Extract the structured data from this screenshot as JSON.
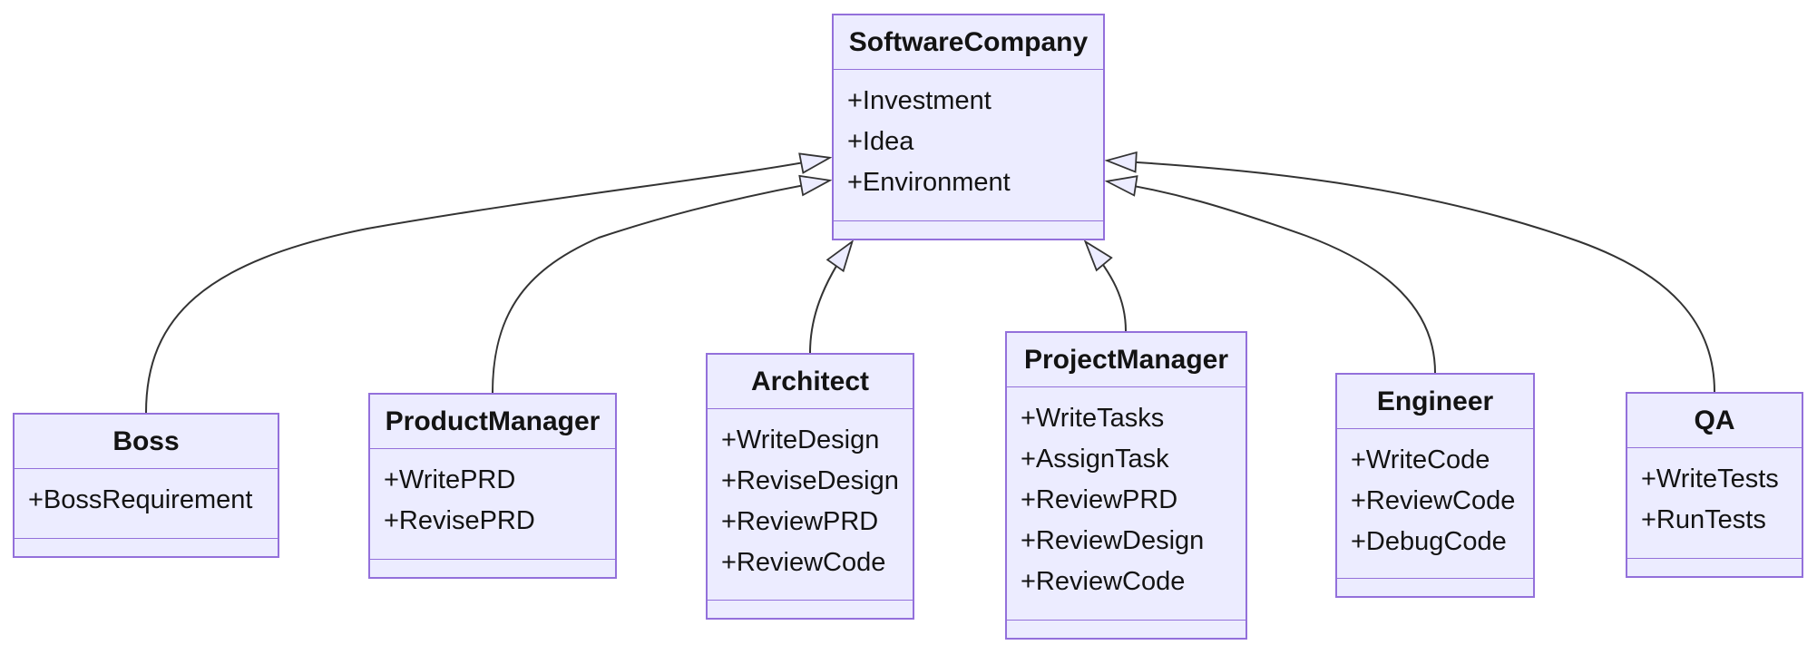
{
  "diagram": {
    "type": "uml-class-diagram",
    "classes": [
      {
        "id": "SoftwareCompany",
        "title": "SoftwareCompany",
        "attributes": [
          "+Investment",
          "+Idea",
          "+Environment"
        ],
        "methods": []
      },
      {
        "id": "Boss",
        "title": "Boss",
        "attributes": [
          "+BossRequirement"
        ],
        "methods": []
      },
      {
        "id": "ProductManager",
        "title": "ProductManager",
        "attributes": [
          "+WritePRD",
          "+RevisePRD"
        ],
        "methods": []
      },
      {
        "id": "Architect",
        "title": "Architect",
        "attributes": [
          "+WriteDesign",
          "+ReviseDesign",
          "+ReviewPRD",
          "+ReviewCode"
        ],
        "methods": []
      },
      {
        "id": "ProjectManager",
        "title": "ProjectManager",
        "attributes": [
          "+WriteTasks",
          "+AssignTask",
          "+ReviewPRD",
          "+ReviewDesign",
          "+ReviewCode"
        ],
        "methods": []
      },
      {
        "id": "Engineer",
        "title": "Engineer",
        "attributes": [
          "+WriteCode",
          "+ReviewCode",
          "+DebugCode"
        ],
        "methods": []
      },
      {
        "id": "QA",
        "title": "QA",
        "attributes": [
          "+WriteTests",
          "+RunTests"
        ],
        "methods": []
      }
    ],
    "relations": [
      {
        "child": "Boss",
        "parent": "SoftwareCompany",
        "type": "inheritance"
      },
      {
        "child": "ProductManager",
        "parent": "SoftwareCompany",
        "type": "inheritance"
      },
      {
        "child": "Architect",
        "parent": "SoftwareCompany",
        "type": "inheritance"
      },
      {
        "child": "ProjectManager",
        "parent": "SoftwareCompany",
        "type": "inheritance"
      },
      {
        "child": "Engineer",
        "parent": "SoftwareCompany",
        "type": "inheritance"
      },
      {
        "child": "QA",
        "parent": "SoftwareCompany",
        "type": "inheritance"
      }
    ],
    "colors": {
      "node_fill": "#ECECFF",
      "node_border": "#9370DB",
      "edge_line": "#333333",
      "arrowhead_fill": "#ECECFF",
      "text": "#131313",
      "background": "#FFFFFF"
    }
  }
}
